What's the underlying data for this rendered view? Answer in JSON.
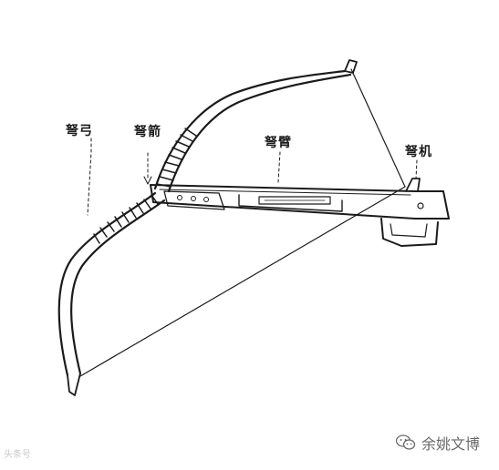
{
  "labels": {
    "bow": "弩弓",
    "arrow": "弩箭",
    "stock": "弩臂",
    "trigger": "弩机"
  },
  "watermark": {
    "left_text": "头条号",
    "right_text": "余姚文博",
    "icon": "wechat-icon"
  },
  "colors": {
    "ink": "#1b1b1b",
    "background": "#ffffff",
    "watermark": "#6a6a6a"
  }
}
